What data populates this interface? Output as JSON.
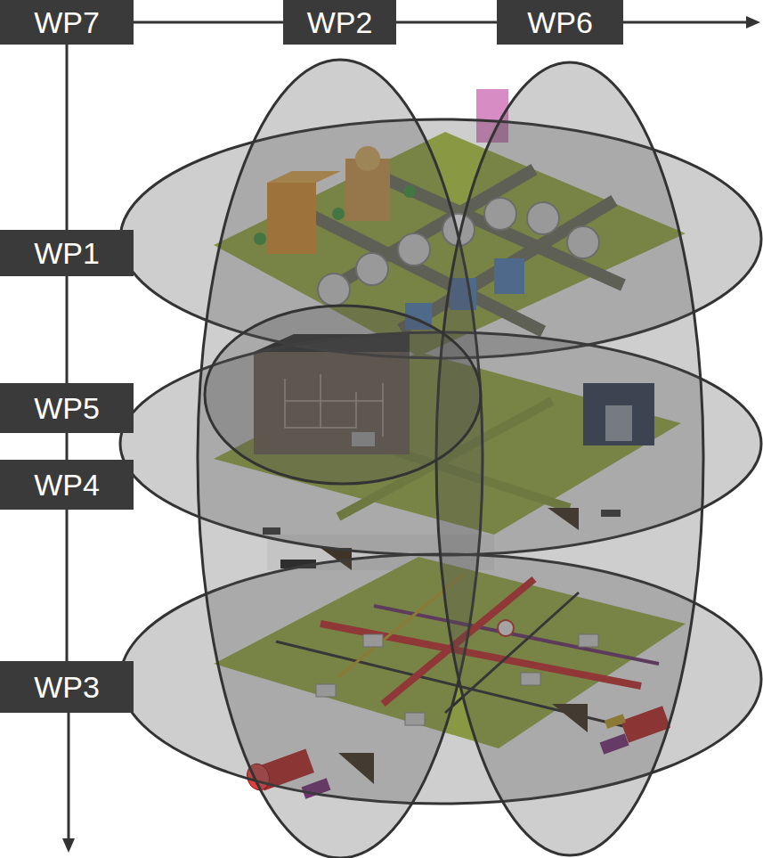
{
  "diagram": {
    "nodes": [
      {
        "text": [
          "WP7"
        ]
      },
      {
        "text": [
          "WP2"
        ]
      },
      {
        "text": [
          "WP6"
        ]
      },
      {
        "text": [
          "WP1"
        ]
      },
      {
        "text": [
          "WP5"
        ]
      },
      {
        "text": [
          "WP4"
        ]
      },
      {
        "text": [
          "WP3"
        ]
      }
    ],
    "edges": [
      {
        "from": 0,
        "to": 1,
        "arrow": "none"
      },
      {
        "from": 1,
        "to": 2,
        "arrow": "none"
      },
      {
        "from": 0,
        "to": 3,
        "arrow": "none"
      },
      {
        "from": 3,
        "to": 4,
        "arrow": "none"
      },
      {
        "from": 4,
        "to": 5,
        "arrow": "none"
      },
      {
        "from": 5,
        "to": 6,
        "arrow": "none"
      }
    ]
  }
}
